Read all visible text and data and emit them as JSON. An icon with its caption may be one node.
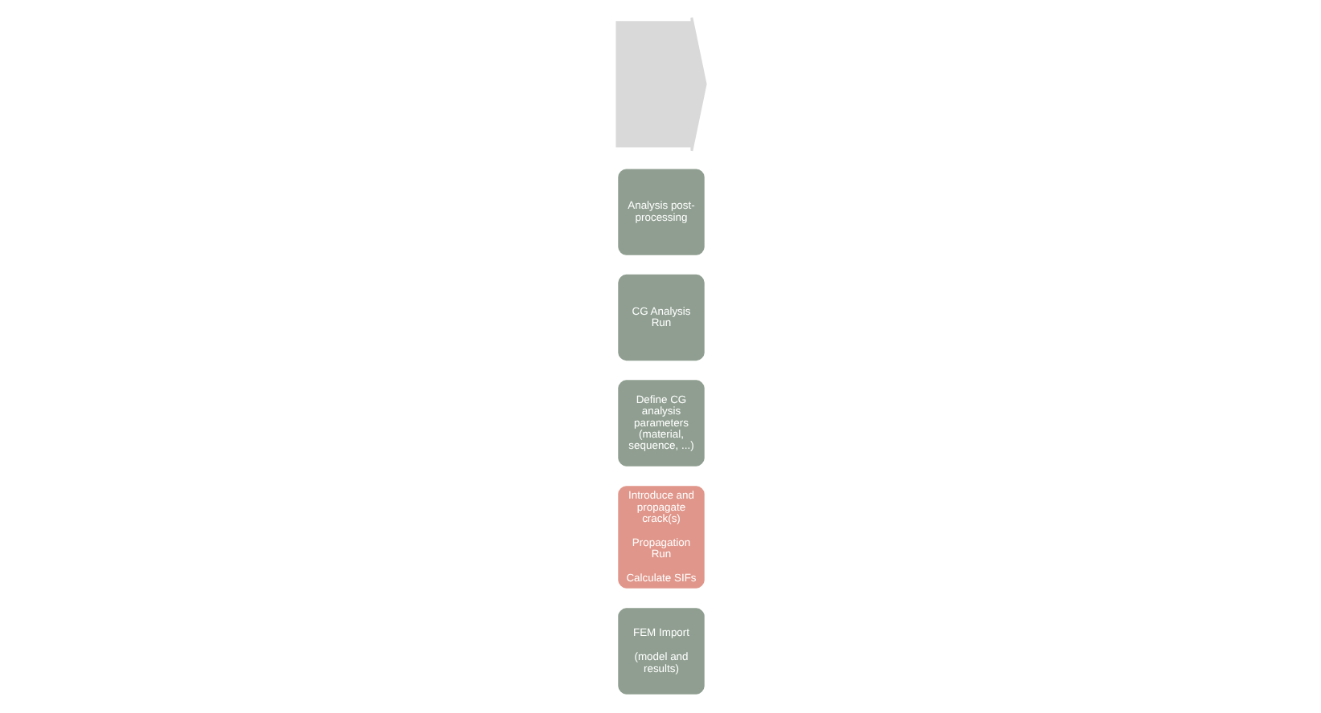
{
  "diagram": {
    "nodes": [
      {
        "text": [
          "FEM Import",
          "(model and results)"
        ]
      },
      {
        "text": [
          "Introduce and propagate crack(s)",
          "Propagation Run",
          "Calculate SIFs"
        ]
      },
      {
        "text": [
          "Define CG analysis parameters (material, sequence, ...)"
        ]
      },
      {
        "text": [
          "CG Analysis Run"
        ]
      },
      {
        "text": [
          "Analysis post-processing"
        ]
      },
      {
        "text": [],
        "shape": "arrow"
      }
    ],
    "edges": []
  }
}
